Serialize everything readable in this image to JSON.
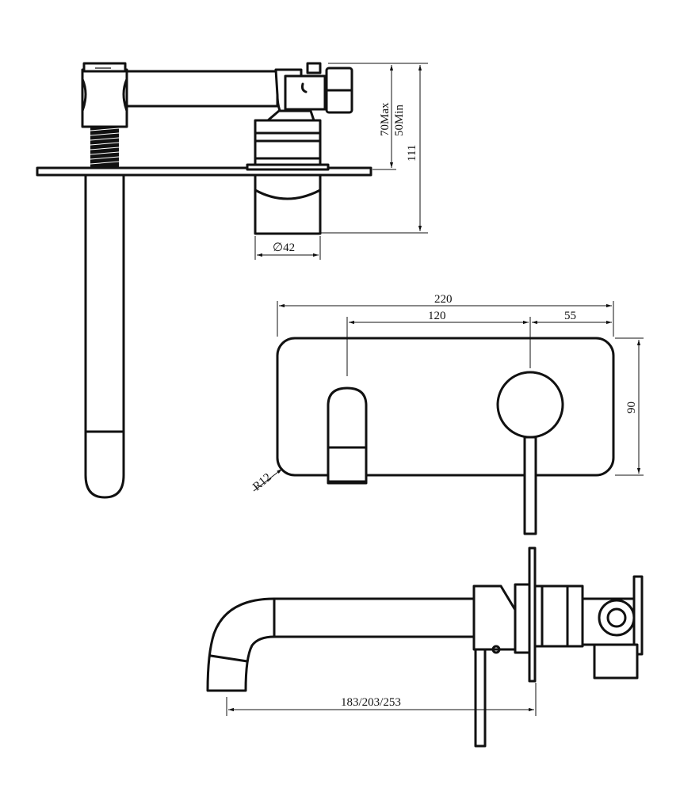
{
  "dimensions": {
    "side_max": "70Max",
    "side_min": "50Min",
    "side_height": "111",
    "diameter": "∅42",
    "plate_width": "220",
    "spout_to_handle": "120",
    "handle_to_edge": "55",
    "plate_height": "90",
    "corner_radius": "R12",
    "spout_lengths": "183/203/253"
  },
  "colors": {
    "line": "#111111",
    "background": "#ffffff"
  }
}
